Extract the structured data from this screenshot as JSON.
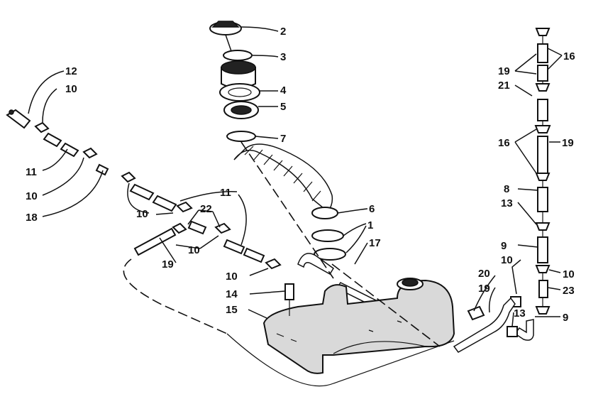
{
  "labels": [
    "2",
    "3",
    "4",
    "5",
    "7",
    "6",
    "1",
    "17",
    "11",
    "22",
    "10",
    "19",
    "14",
    "15",
    "12",
    "18",
    "16",
    "21",
    "8",
    "13",
    "9",
    "20",
    "23"
  ]
}
